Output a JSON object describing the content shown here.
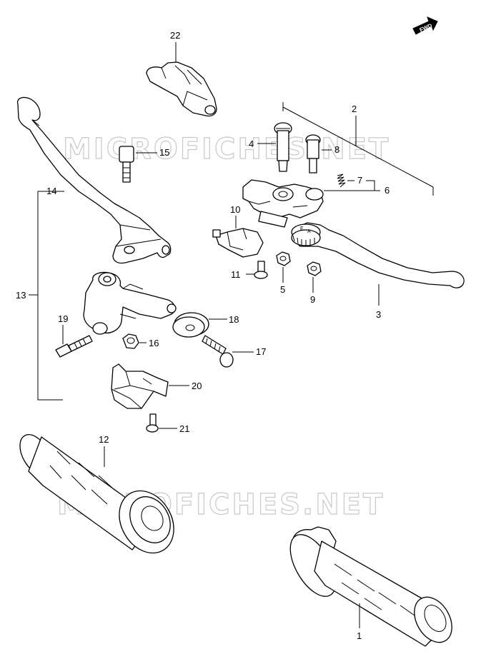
{
  "badge": {
    "label": "FWD"
  },
  "watermarks": [
    "MICROFICHES.NET",
    "MICROFICHES.NET"
  ],
  "callouts": {
    "c1": "1",
    "c2": "2",
    "c3": "3",
    "c4": "4",
    "c5": "5",
    "c6": "6",
    "c7": "7",
    "c8": "8",
    "c9": "9",
    "c10": "10",
    "c11": "11",
    "c12": "12",
    "c13": "13",
    "c14": "14",
    "c15": "15",
    "c16": "16",
    "c17": "17",
    "c18": "18",
    "c19": "19",
    "c20": "20",
    "c21": "21",
    "c22": "22"
  },
  "dial_marks": [
    "E",
    "A"
  ]
}
